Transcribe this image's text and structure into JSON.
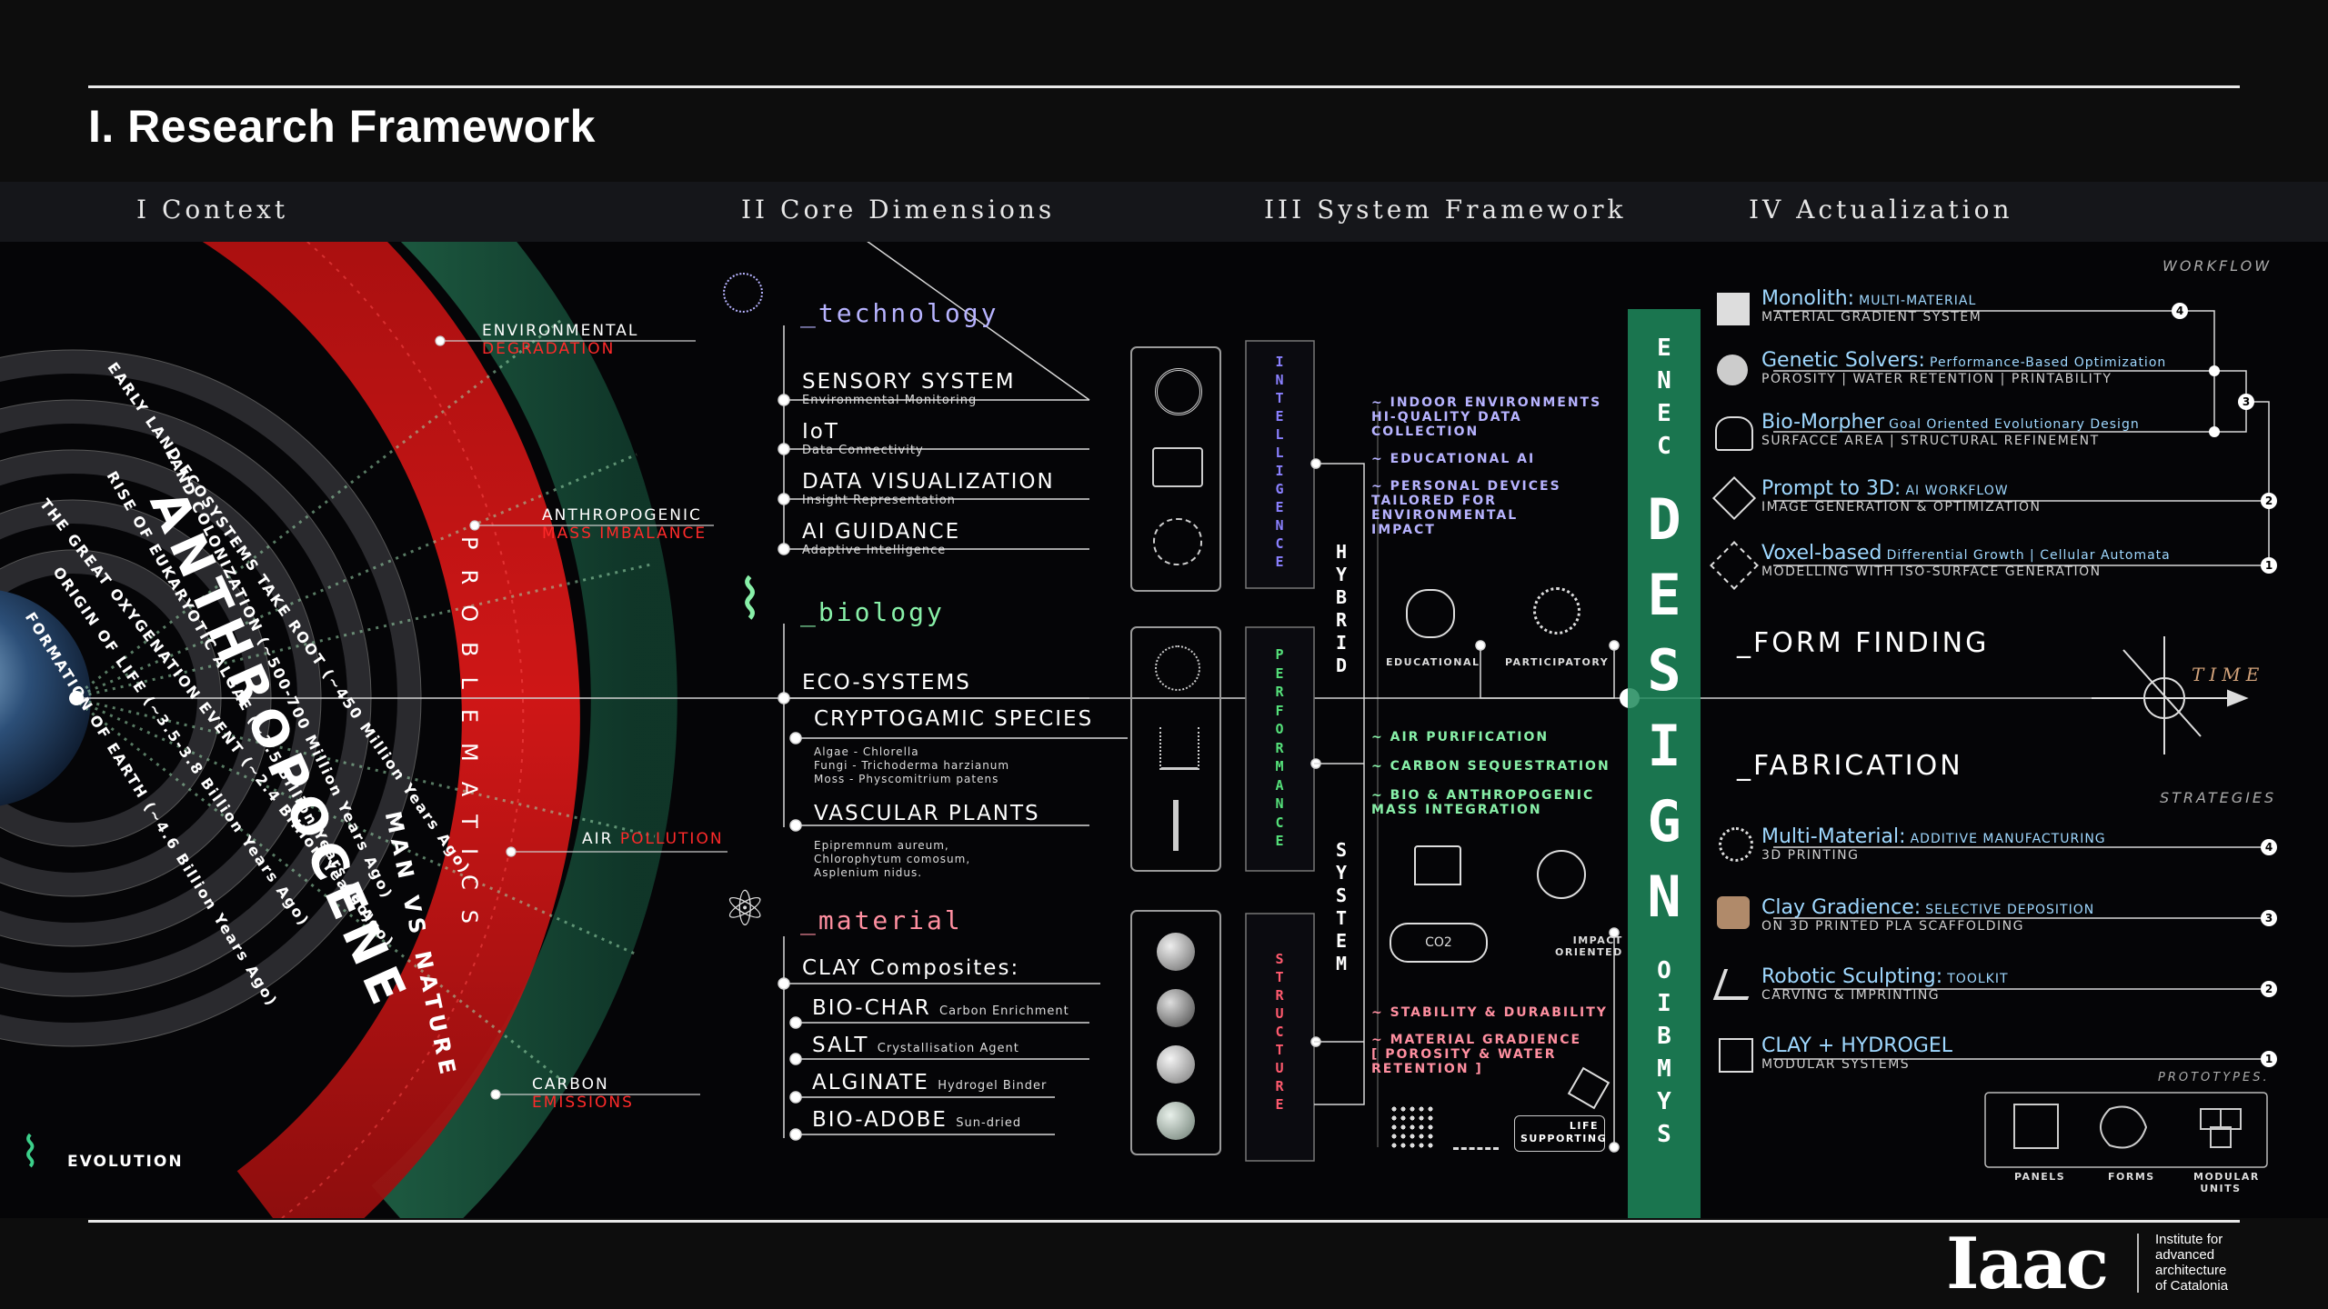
{
  "page": {
    "title": "I. Research Framework"
  },
  "columns": {
    "context": "I Context",
    "core": "II Core Dimensions",
    "system": "III System Framework",
    "actual": "IV Actualization"
  },
  "context": {
    "anthropocene": "ANTHROPOCENE",
    "problematics": "PROBLEMATICS",
    "man_vs_nature": "MAN VS NATURE",
    "env_label": "ENVIRONMENTAL",
    "env_red": "DEGRADATION",
    "anthro_label": "ANTHROPOGENIC",
    "anthro_red": "MASS IMBALANCE",
    "air_label": "AIR",
    "air_red": "POLLUTION",
    "carbon_label": "CARBON",
    "carbon_red": "EMISSIONS",
    "evolution": "EVOLUTION",
    "arcs": [
      "FORMATION OF EARTH (~4.6 Billion Years Ago)",
      "ORIGIN OF LIFE (~3.5-3.8 Billion Years Ago)",
      "THE GREAT OXYGENATION EVENT (~2.4 Billion Years Ago)",
      "RISE OF EUKARYOTIC ALGAE (~1.5 Billion Years Ago)",
      "LAND COLONIZATION (~500-700 Million Years Ago)",
      "EARLY LAND ECOSYSTEMS TAKE ROOT (~450 Million Years Ago)"
    ]
  },
  "core": {
    "technology": {
      "head": "_technology",
      "items": [
        {
          "name": "SENSORY SYSTEM",
          "sub": "Environmental Monitoring"
        },
        {
          "name": "IoT",
          "sub": "Data Connectivity"
        },
        {
          "name": "DATA VISUALIZATION",
          "sub": "Insight Representation"
        },
        {
          "name": "AI GUIDANCE",
          "sub": "Adaptive Intelligence"
        }
      ]
    },
    "biology": {
      "head": "_biology",
      "eco": "ECO-SYSTEMS",
      "crypto": "CRYPTOGAMIC SPECIES",
      "crypto_sub": [
        "Algae - Chlorella",
        "Fungi - Trichoderma harzianum",
        "Moss - Physcomitrium patens"
      ],
      "vascular": "VASCULAR PLANTS",
      "vascular_sub": [
        "Epipremnum aureum,",
        "Chlorophytum comosum,",
        "Asplenium nidus."
      ]
    },
    "material": {
      "head": "_material",
      "clay": "CLAY Composites:",
      "items": [
        {
          "name": "BIO-CHAR",
          "sub": "Carbon Enrichment"
        },
        {
          "name": "SALT",
          "sub": "Crystallisation Agent"
        },
        {
          "name": "ALGINATE",
          "sub": "Hydrogel Binder"
        },
        {
          "name": "BIO-ADOBE",
          "sub": "Sun-dried"
        }
      ]
    }
  },
  "system": {
    "intelligence": "INTELLIGENCE",
    "performance": "PERFORMANCE",
    "structure": "STRUCTURE",
    "hybrid": "HYBRID",
    "systemword": "SYSTEM",
    "notes_top": [
      "~ INDOOR ENVIRONMENTS",
      "HI-QUALITY DATA",
      "COLLECTION",
      "~ EDUCATIONAL AI",
      "~ PERSONAL DEVICES",
      "TAILORED FOR",
      "ENVIRONMENTAL",
      "IMPACT"
    ],
    "educational": "EDUCATIONAL",
    "participatory": "PARTICIPATORY",
    "notes_mid": [
      "~ AIR PURIFICATION",
      "~ CARBON SEQUESTRATION",
      "~ BIO & ANTHROPOGENIC",
      "MASS INTEGRATION"
    ],
    "impact": "IMPACT",
    "oriented": "ORIENTED",
    "notes_bot": [
      "~ STABILITY & DURABILITY",
      "~ MATERIAL GRADIENCE",
      "[ POROSITY & WATER",
      "RETENTION ]"
    ],
    "life": "LIFE",
    "supporting": "SUPPORTING",
    "co2": "CO2",
    "design": "DESIGN",
    "cene": "CENE",
    "symbio": "SYMBIO"
  },
  "actual": {
    "workflow": "WORKFLOW",
    "items": [
      {
        "name": "Monolith:",
        "tag": "MULTI-MATERIAL",
        "sub": "MATERIAL GRADIENT SYSTEM",
        "num": "4"
      },
      {
        "name": "Genetic Solvers:",
        "tag": "Performance-Based Optimization",
        "sub": "POROSITY | WATER RETENTION | PRINTABILITY",
        "num": "3"
      },
      {
        "name": "Bio-Morpher",
        "tag": "Goal Oriented Evolutionary Design",
        "sub": "SURFACCE AREA | STRUCTURAL REFINEMENT",
        "num": "3"
      },
      {
        "name": "Prompt to 3D:",
        "tag": "AI WORKFLOW",
        "sub": "IMAGE GENERATION & OPTIMIZATION",
        "num": "2"
      },
      {
        "name": "Voxel-based",
        "tag": "Differential Growth | Cellular Automata",
        "sub": "MODELLING WITH ISO-SURFACE GENERATION",
        "num": "1"
      }
    ],
    "form_finding": "_FORM FINDING",
    "time": "TIME",
    "fabrication": "_FABRICATION",
    "strategies": "STRATEGIES",
    "fab": [
      {
        "name": "Multi-Material:",
        "tag": "ADDITIVE MANUFACTURING",
        "sub": "3D PRINTING",
        "num": "4"
      },
      {
        "name": "Clay Gradience:",
        "tag": "SELECTIVE DEPOSITION",
        "sub": "ON 3D PRINTED PLA SCAFFOLDING",
        "num": "3"
      },
      {
        "name": "Robotic Sculpting:",
        "tag": "TOOLKIT",
        "sub": "CARVING & IMPRINTING",
        "num": "2"
      },
      {
        "name": "CLAY + HYDROGEL",
        "tag": "",
        "sub": "MODULAR SYSTEMS",
        "num": "1"
      }
    ],
    "prototypes": "PROTOTYPES.",
    "proto_labels": [
      "PANELS",
      "FORMS",
      "MODULAR UNITS"
    ]
  },
  "footer": {
    "logo": "Iaac",
    "inst": [
      "Institute for",
      "advanced",
      "architecture",
      "of Catalonia"
    ]
  },
  "colors": {
    "red": "#ff2a2a",
    "green": "#1f6b4a",
    "design_green": "#1e8a5c",
    "tech": "#b7b3ff",
    "bio": "#88f0a8",
    "mat": "#ff8fa0",
    "actual": "#9fd8ff"
  }
}
